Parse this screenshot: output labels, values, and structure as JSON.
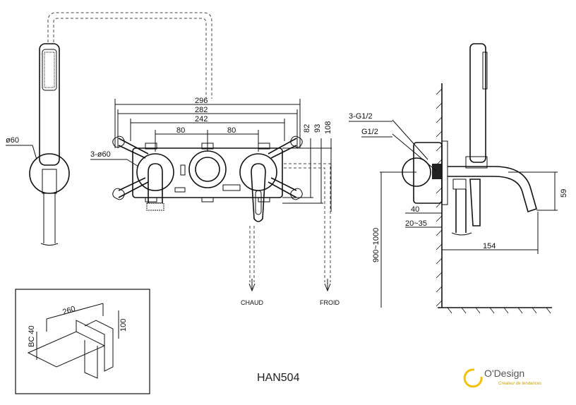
{
  "dimensions": {
    "width_296": "296",
    "width_282": "282",
    "width_242": "242",
    "spacing_left": "80",
    "spacing_right": "80",
    "height_82": "82",
    "height_93": "93",
    "height_108": "108",
    "handshower_dia": "ø60",
    "hole_dia": "3-ø60",
    "thread_3": "3-G1/2",
    "thread_1": "G1/2",
    "depth_40": "40",
    "depth_range": "20~35",
    "spout_length": "154",
    "spout_height": "59",
    "install_height": "900~1000"
  },
  "labels": {
    "hot": "CHAUD",
    "cold": "FROID"
  },
  "inset": {
    "length": "260",
    "height": "100",
    "bc": "BC 40"
  },
  "model": "HAN504",
  "brand": {
    "name": "O'Design",
    "tagline": "Créateur de tendances",
    "accent_color": "#f2c200"
  }
}
